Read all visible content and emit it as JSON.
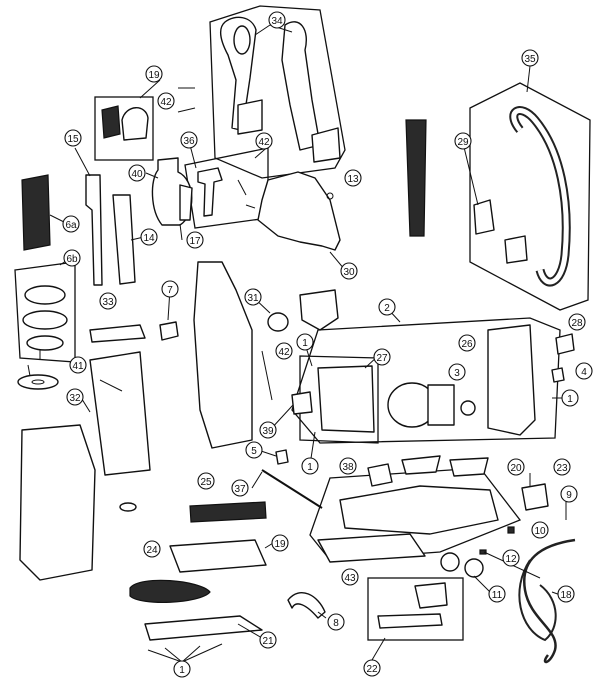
{
  "diagram": {
    "callouts": [
      {
        "id": "c34",
        "label": "34"
      },
      {
        "id": "c19",
        "label": "19"
      },
      {
        "id": "c42a",
        "label": "42"
      },
      {
        "id": "c15",
        "label": "15"
      },
      {
        "id": "c40",
        "label": "40"
      },
      {
        "id": "c36",
        "label": "36"
      },
      {
        "id": "c42b",
        "label": "42"
      },
      {
        "id": "c13",
        "label": "13"
      },
      {
        "id": "c35",
        "label": "35"
      },
      {
        "id": "c29",
        "label": "29"
      },
      {
        "id": "c6a",
        "label": "6a"
      },
      {
        "id": "c17",
        "label": "17"
      },
      {
        "id": "c14",
        "label": "14"
      },
      {
        "id": "c30",
        "label": "30"
      },
      {
        "id": "c6b",
        "label": "6b"
      },
      {
        "id": "c7",
        "label": "7"
      },
      {
        "id": "c31",
        "label": "31"
      },
      {
        "id": "c2",
        "label": "2"
      },
      {
        "id": "c33",
        "label": "33"
      },
      {
        "id": "c28",
        "label": "28"
      },
      {
        "id": "c1a",
        "label": "1"
      },
      {
        "id": "c26",
        "label": "26"
      },
      {
        "id": "c42c",
        "label": "42"
      },
      {
        "id": "c27",
        "label": "27"
      },
      {
        "id": "c41",
        "label": "41"
      },
      {
        "id": "c3",
        "label": "3"
      },
      {
        "id": "c4",
        "label": "4"
      },
      {
        "id": "c1b",
        "label": "1"
      },
      {
        "id": "c32",
        "label": "32"
      },
      {
        "id": "c39",
        "label": "39"
      },
      {
        "id": "c1c",
        "label": "1"
      },
      {
        "id": "c5",
        "label": "5"
      },
      {
        "id": "c38",
        "label": "38"
      },
      {
        "id": "c20",
        "label": "20"
      },
      {
        "id": "c23",
        "label": "23"
      },
      {
        "id": "c37",
        "label": "37"
      },
      {
        "id": "c25",
        "label": "25"
      },
      {
        "id": "c9",
        "label": "9"
      },
      {
        "id": "c10",
        "label": "10"
      },
      {
        "id": "c24",
        "label": "24"
      },
      {
        "id": "c19b",
        "label": "19"
      },
      {
        "id": "c12",
        "label": "12"
      },
      {
        "id": "c43",
        "label": "43"
      },
      {
        "id": "c11",
        "label": "11"
      },
      {
        "id": "c18",
        "label": "18"
      },
      {
        "id": "c8",
        "label": "8"
      },
      {
        "id": "c21",
        "label": "21"
      },
      {
        "id": "c1d",
        "label": "1"
      },
      {
        "id": "c22",
        "label": "22"
      }
    ]
  }
}
